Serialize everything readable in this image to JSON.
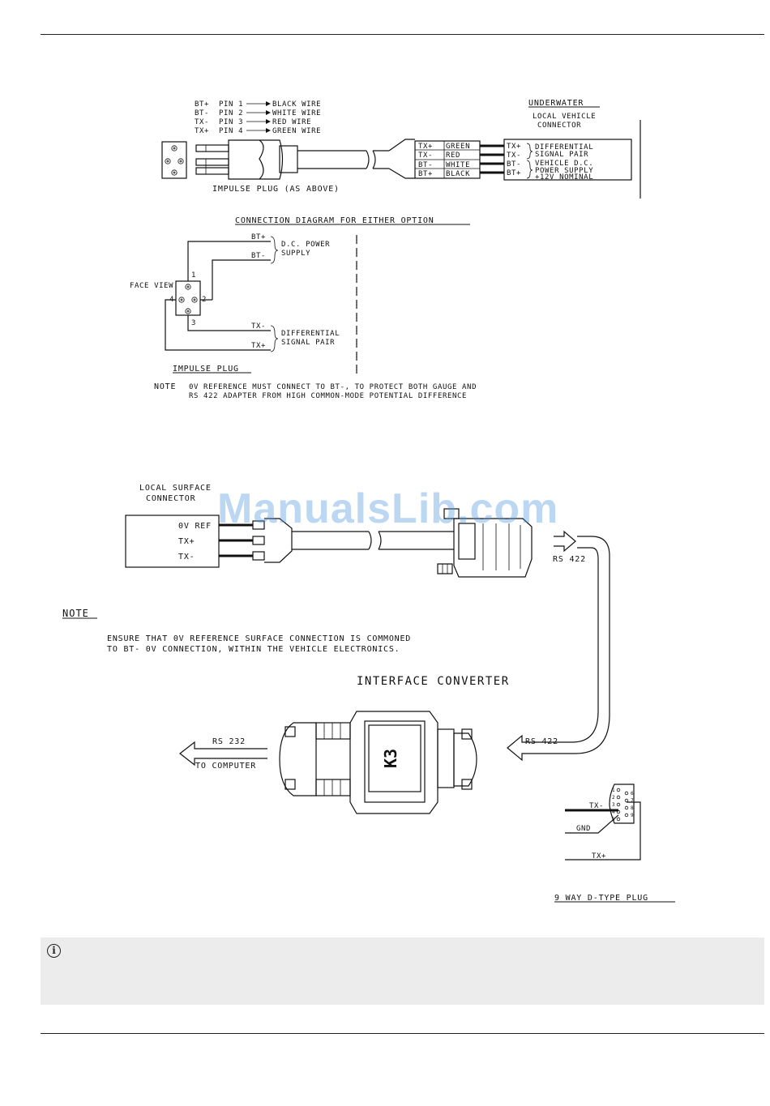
{
  "pin_list": [
    {
      "sig": "BT+",
      "pin": "PIN 1",
      "wire": "BLACK WIRE"
    },
    {
      "sig": "BT-",
      "pin": "PIN 2",
      "wire": "WHITE WIRE"
    },
    {
      "sig": "TX-",
      "pin": "PIN 3",
      "wire": "RED WIRE"
    },
    {
      "sig": "TX+",
      "pin": "PIN 4",
      "wire": "GREEN WIRE"
    }
  ],
  "underwater": {
    "title": "UNDERWATER",
    "subtitle": [
      "LOCAL VEHICLE",
      "CONNECTOR"
    ],
    "terminals": [
      {
        "sig": "TX+",
        "wire": "GREEN"
      },
      {
        "sig": "TX-",
        "wire": "RED"
      },
      {
        "sig": "BT-",
        "wire": "WHITE"
      },
      {
        "sig": "BT+",
        "wire": "BLACK"
      }
    ],
    "connector_labels": [
      "TX+",
      "TX-",
      "BT-",
      "BT+"
    ],
    "group_labels": [
      "DIFFERENTIAL",
      "SIGNAL PAIR",
      "VEHICLE D.C.",
      "POWER SUPPLY",
      "+12V NOMINAL"
    ]
  },
  "impulse_plug_caption": "IMPULSE PLUG (AS ABOVE)",
  "connection": {
    "title": "CONNECTION DIAGRAM FOR EITHER OPTION",
    "face_view": "FACE VIEW",
    "pins": [
      "1",
      "2",
      "3",
      "4"
    ],
    "wires": [
      "BT+",
      "BT-",
      "TX-",
      "TX+"
    ],
    "dc_power": [
      "D.C. POWER",
      "SUPPLY"
    ],
    "differential": [
      "DIFFERENTIAL",
      "SIGNAL PAIR"
    ],
    "plug_label": "IMPULSE PLUG",
    "note_label": "NOTE",
    "note_lines": [
      "0V REFERENCE MUST CONNECT TO BT-, TO PROTECT BOTH GAUGE AND",
      "RS 422 ADAPTER FROM HIGH COMMON-MODE POTENTIAL DIFFERENCE"
    ]
  },
  "surface": {
    "title": [
      "LOCAL SURFACE",
      "CONNECTOR"
    ],
    "pins": [
      "0V REF",
      "TX+",
      "TX-"
    ],
    "rs422_out": "RS 422"
  },
  "note2": {
    "label": "NOTE",
    "lines": [
      "ENSURE THAT 0V REFERENCE SURFACE CONNECTION IS COMMONED",
      "TO BT-  0V CONNECTION, WITHIN THE VEHICLE ELECTRONICS."
    ]
  },
  "converter": {
    "title": "INTERFACE CONVERTER",
    "brand": "K3",
    "rs232": "RS 232",
    "to_computer": "TO COMPUTER",
    "rs422_in": "RS 422"
  },
  "dtype": {
    "labels": [
      "TX-",
      "GND",
      "TX+"
    ],
    "caption": "9 WAY D-TYPE PLUG",
    "pins_left": [
      "1",
      "2",
      "3",
      "4",
      "5"
    ],
    "pins_right": [
      "6",
      "7",
      "8",
      "9"
    ]
  },
  "watermark": "ManualsLib.com",
  "info_icon": "info-icon"
}
